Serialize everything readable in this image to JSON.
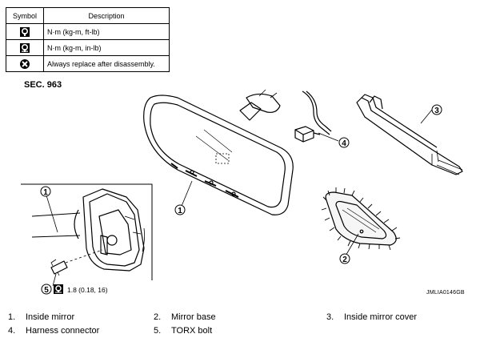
{
  "symbol_table": {
    "header_symbol": "Symbol",
    "header_description": "Description",
    "rows": [
      {
        "icon": "torque-wrench-ftlb-icon",
        "description": "N·m (kg-m, ft-lb)"
      },
      {
        "icon": "torque-wrench-inlb-icon",
        "description": "N·m (kg-m, in-lb)"
      },
      {
        "icon": "always-replace-icon",
        "description": "Always replace after disassembly."
      }
    ]
  },
  "section": "SEC. 963",
  "callouts": [
    "1",
    "2",
    "3",
    "4",
    "5",
    "1"
  ],
  "torque_spec": "1.8 (0.18, 16)",
  "reference_code": "JMLIA0146GB",
  "legend": [
    {
      "num": "1.",
      "label": "Inside mirror"
    },
    {
      "num": "2.",
      "label": "Mirror base"
    },
    {
      "num": "3.",
      "label": "Inside mirror cover"
    },
    {
      "num": "4.",
      "label": "Harness connector"
    },
    {
      "num": "5.",
      "label": "TORX bolt"
    }
  ]
}
